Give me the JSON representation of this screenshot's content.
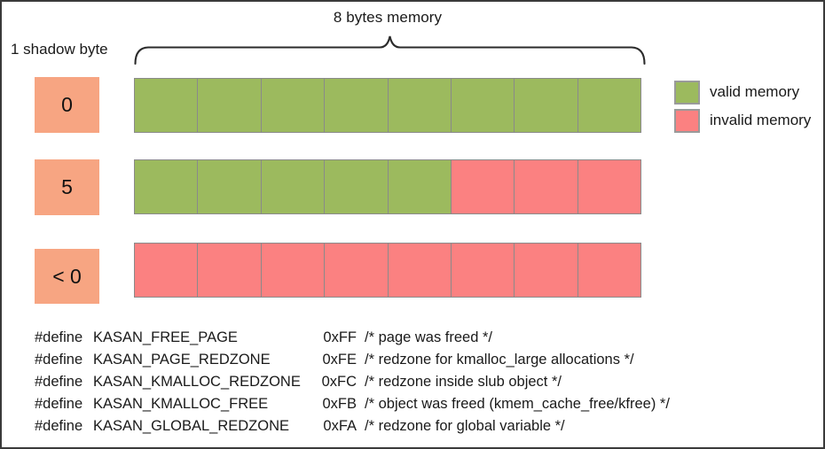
{
  "diagram": {
    "top_label": "8 bytes memory",
    "left_caption": "1 shadow byte",
    "colors": {
      "valid": "#9cba5e",
      "invalid": "#fb8181",
      "shadow_byte": "#f7a582",
      "cell_border": "#8a8a8a",
      "frame": "#3a3a3a",
      "text": "#1a1a1a"
    },
    "rows": [
      {
        "shadow_value": "0",
        "cells": [
          "valid",
          "valid",
          "valid",
          "valid",
          "valid",
          "valid",
          "valid",
          "valid"
        ],
        "valid_count": 8,
        "invalid_count": 0
      },
      {
        "shadow_value": "5",
        "cells": [
          "valid",
          "valid",
          "valid",
          "valid",
          "valid",
          "invalid",
          "invalid",
          "invalid"
        ],
        "valid_count": 5,
        "invalid_count": 3
      },
      {
        "shadow_value": "< 0",
        "cells": [
          "invalid",
          "invalid",
          "invalid",
          "invalid",
          "invalid",
          "invalid",
          "invalid",
          "invalid"
        ],
        "valid_count": 0,
        "invalid_count": 8
      }
    ]
  },
  "legend": {
    "items": [
      {
        "swatch": "valid",
        "label": "valid memory"
      },
      {
        "swatch": "invalid",
        "label": "invalid memory"
      }
    ]
  },
  "defines": {
    "lines": [
      {
        "keyword": "#define",
        "name": "KASAN_FREE_PAGE",
        "value": "0xFF",
        "comment": "/* page was freed */"
      },
      {
        "keyword": "#define",
        "name": "KASAN_PAGE_REDZONE",
        "value": "0xFE",
        "comment": "/* redzone for kmalloc_large allocations */"
      },
      {
        "keyword": "#define",
        "name": "KASAN_KMALLOC_REDZONE",
        "value": "0xFC",
        "comment": "/* redzone inside slub object */"
      },
      {
        "keyword": "#define",
        "name": "KASAN_KMALLOC_FREE",
        "value": "0xFB",
        "comment": "/* object was freed (kmem_cache_free/kfree) */"
      },
      {
        "keyword": "#define",
        "name": "KASAN_GLOBAL_REDZONE",
        "value": "0xFA",
        "comment": "/* redzone for global variable */"
      }
    ]
  }
}
